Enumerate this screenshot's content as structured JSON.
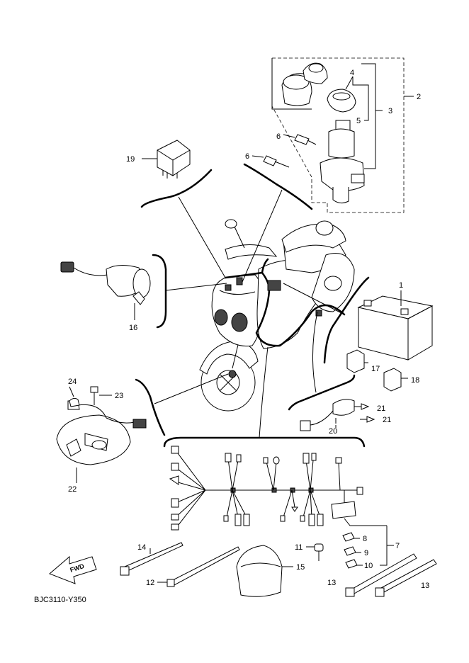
{
  "diagram": {
    "drawing_code": "BJC3110-Y350",
    "fwd_label": "FWD",
    "callouts": [
      "1",
      "2",
      "3",
      "4",
      "5",
      "6",
      "6",
      "7",
      "8",
      "9",
      "10",
      "11",
      "12",
      "13",
      "13",
      "14",
      "15",
      "16",
      "17",
      "18",
      "19",
      "20",
      "21",
      "21",
      "22",
      "23",
      "24"
    ]
  }
}
